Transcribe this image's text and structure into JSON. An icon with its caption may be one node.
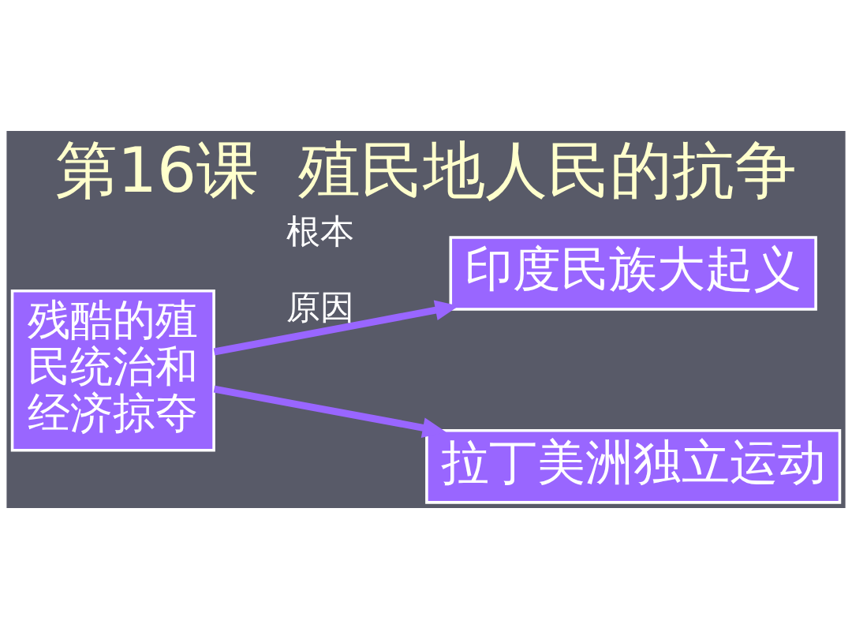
{
  "diagram": {
    "title": "第16课  殖民地人民的抗争",
    "nodes": [
      {
        "text": [
          "残酷的殖民统治和经济掠夺"
        ]
      },
      {
        "text": [
          "印度民族大起义"
        ]
      },
      {
        "text": [
          "拉丁美洲独立运动"
        ]
      }
    ],
    "edges": [
      {
        "from": 0,
        "to": 1,
        "arrow": "to",
        "label": "根本原因"
      },
      {
        "from": 0,
        "to": 2,
        "arrow": "to"
      }
    ]
  }
}
